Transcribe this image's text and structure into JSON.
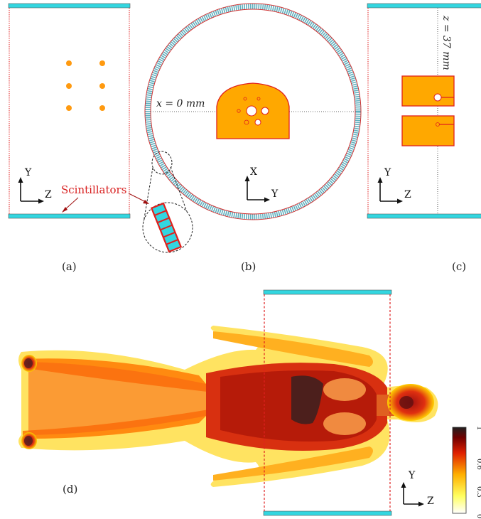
{
  "panels": {
    "a": {
      "label": "(a)",
      "axis_v": "Y",
      "axis_h": "Z"
    },
    "b": {
      "label": "(b)",
      "axis_v": "X",
      "axis_h": "Y",
      "x_note": "x = 0 mm"
    },
    "c": {
      "label": "(c)",
      "axis_v": "Y",
      "axis_h": "Z",
      "z_note": "z = 37 mm"
    },
    "d": {
      "label": "(d)",
      "axis_v": "Y",
      "axis_h": "Z"
    }
  },
  "annotation": {
    "scintillators": "Scintillators"
  },
  "colorbar": {
    "ticks": [
      "0",
      "0.3",
      "0.6",
      "1"
    ]
  },
  "colors": {
    "scintillator": "#33d6e0",
    "phantom": "#ffa800",
    "outline": "#e0201c",
    "detector_ring": "#5fb0bf"
  }
}
